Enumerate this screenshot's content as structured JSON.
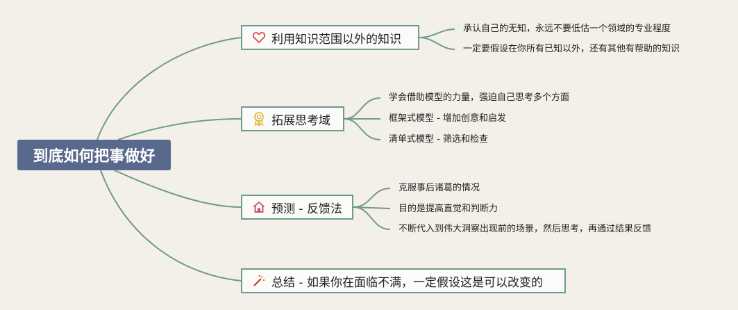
{
  "root": {
    "label": "到底如何把事做好"
  },
  "topics": [
    {
      "label": "利用知识范围以外的知识",
      "icon": "heart-icon",
      "children": [
        "承认自己的无知，永远不要低估一个领域的专业程度",
        "一定要假设在你所有已知以外，还有其他有帮助的知识"
      ]
    },
    {
      "label": "拓展思考域",
      "icon": "award-ribbon-icon",
      "children": [
        "学会借助模型的力量，强迫自己思考多个方面",
        "框架式模型 - 增加创意和启发",
        "清单式模型 - 筛选和检查"
      ]
    },
    {
      "label": "预测 - 反馈法",
      "icon": "home-icon",
      "children": [
        "克服事后诸葛的情况",
        "目的是提高直觉和判断力",
        "不断代入到伟大洞察出现前的场景，然后思考，再通过结果反馈"
      ]
    },
    {
      "label": "总结 - 如果你在面临不满，一定假设这是可以改变的",
      "icon": "magic-wand-icon",
      "children": []
    }
  ],
  "colors": {
    "background": "#f3efe9",
    "root": "#58698d",
    "line": "#6e9b8a",
    "heart": "#d94b4b",
    "award": "#e3b93a",
    "home": "#d0406a",
    "wand": "#c0392b"
  }
}
